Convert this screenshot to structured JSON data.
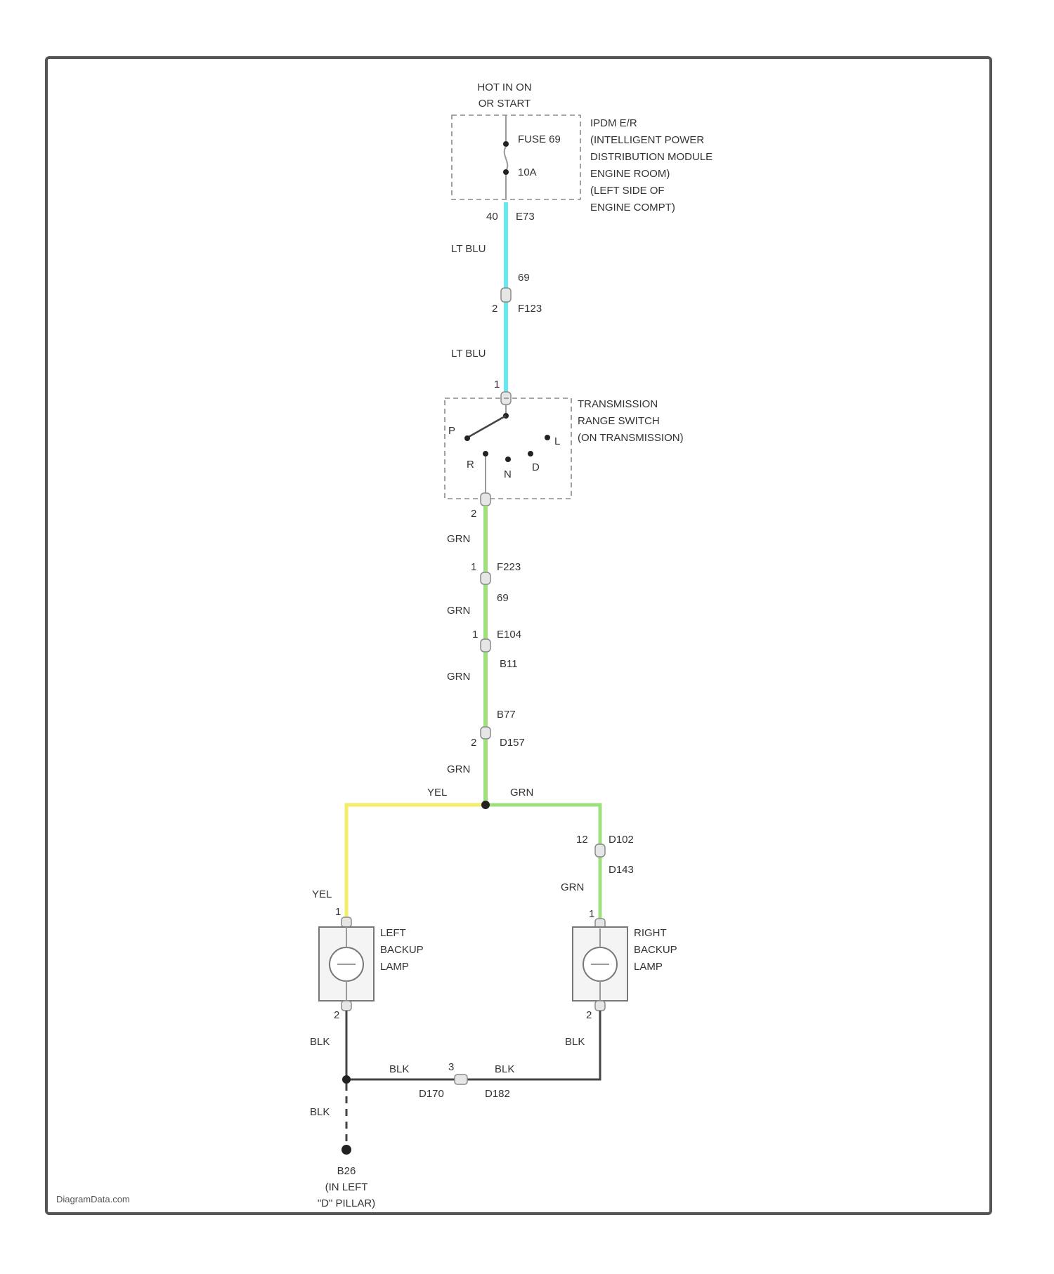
{
  "colors": {
    "ltblu": "#66e8f0",
    "grn": "#9ee07e",
    "yel": "#f2ee6a",
    "blk": "#444444"
  },
  "power": {
    "hot_line1": "HOT IN ON",
    "hot_line2": "OR START"
  },
  "fuse": {
    "name": "FUSE 69",
    "rating": "10A"
  },
  "ipdm": {
    "lines": [
      "IPDM E/R",
      "(INTELLIGENT POWER",
      "DISTRIBUTION MODULE",
      "ENGINE ROOM)",
      "(LEFT SIDE OF",
      "ENGINE COMPT)"
    ],
    "pin": "40",
    "connector": "E73"
  },
  "wires": {
    "ltblu": "LT BLU",
    "grn": "GRN",
    "yel": "YEL",
    "blk": "BLK"
  },
  "connectors": {
    "c1_num": "69",
    "c1_pin": "2",
    "c1_name": "F123",
    "trs_pin_top": "1",
    "trs_pin_bot": "2",
    "c2_pin": "1",
    "c2_name": "F223",
    "c2_num": "69",
    "c3_pin": "1",
    "c3_name": "E104",
    "c3_num": "B11",
    "c4_num": "B77",
    "c4_pin": "2",
    "c4_name": "D157",
    "c5_pin": "12",
    "c5_name": "D102",
    "c5_name2": "D143",
    "lamp_pin_top": "1",
    "lamp_pin_bot": "2",
    "c6_pin": "3",
    "c6_name_left": "D170",
    "c6_name_right": "D182"
  },
  "trs": {
    "lines": [
      "TRANSMISSION",
      "RANGE SWITCH",
      "(ON TRANSMISSION)"
    ],
    "positions": [
      "P",
      "R",
      "N",
      "D",
      "L"
    ]
  },
  "left_lamp": {
    "lines": [
      "LEFT",
      "BACKUP",
      "LAMP"
    ]
  },
  "right_lamp": {
    "lines": [
      "RIGHT",
      "BACKUP",
      "LAMP"
    ]
  },
  "ground": {
    "name": "B26",
    "lines": [
      "(IN LEFT",
      "\"D\" PILLAR)"
    ]
  },
  "watermark": "DiagramData.com"
}
